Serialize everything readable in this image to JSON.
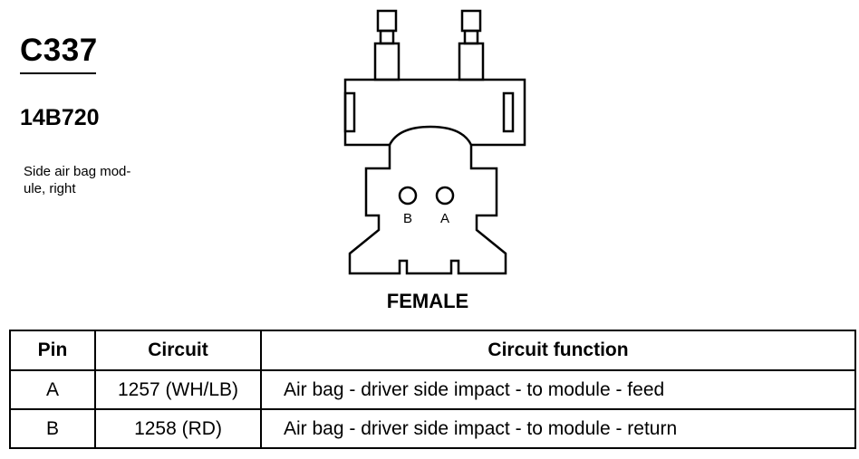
{
  "connector": {
    "id": "C337",
    "part_number": "14B720",
    "description": "Side air bag mod-\nule, right",
    "gender": "FEMALE",
    "pin_labels": [
      "B",
      "A"
    ]
  },
  "table": {
    "headers": [
      "Pin",
      "Circuit",
      "Circuit function"
    ],
    "rows": [
      {
        "pin": "A",
        "circuit": "1257 (WH/LB)",
        "function": "Air bag - driver side impact - to module - feed"
      },
      {
        "pin": "B",
        "circuit": "1258 (RD)",
        "function": "Air bag - driver side impact - to module - return"
      }
    ]
  }
}
